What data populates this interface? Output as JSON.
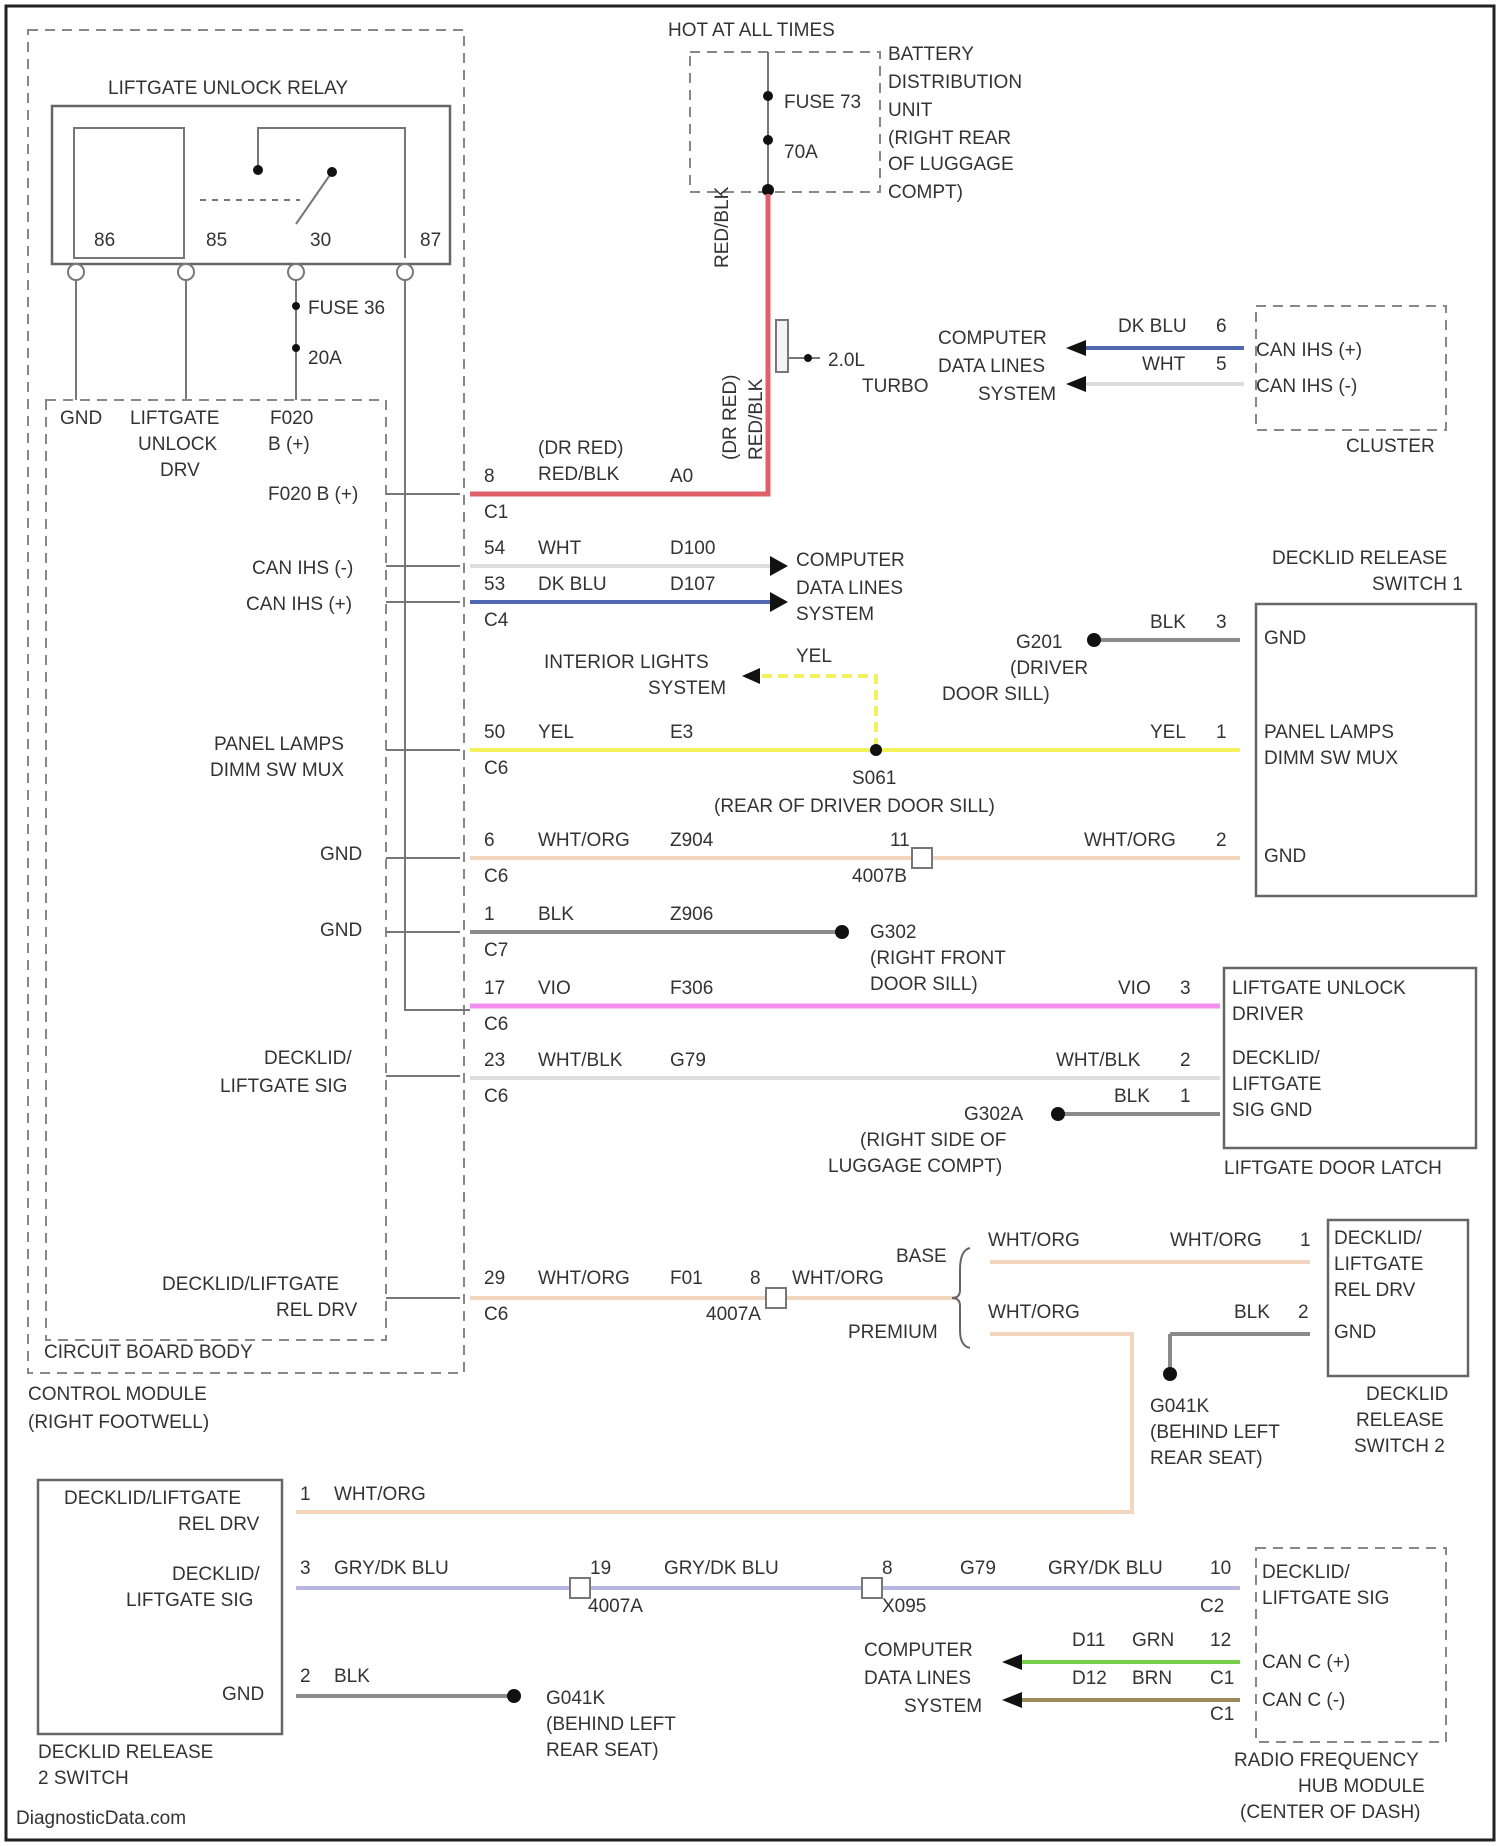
{
  "title": "LIFTGATE UNLOCK RELAY",
  "hot_at_all_times": "HOT AT ALL TIMES",
  "relay": {
    "label": "LIFTGATE UNLOCK RELAY",
    "pins": [
      "86",
      "85",
      "30",
      "87"
    ],
    "fuse_name": "FUSE 36",
    "fuse_rating": "20A"
  },
  "bdu": {
    "fuse_name": "FUSE 73",
    "fuse_rating": "70A",
    "lines": [
      "BATTERY",
      "DISTRIBUTION",
      "UNIT",
      "(RIGHT REAR",
      "OF LUGGAGE",
      "COMPT)"
    ]
  },
  "bcm": {
    "label_lines": [
      "CIRCUIT BOARD BODY",
      "CONTROL MODULE",
      "(RIGHT FOOTWELL)"
    ],
    "top_pins": [
      [
        "GND"
      ],
      [
        "LIFTGATE",
        "UNLOCK",
        "DRV"
      ],
      [
        "F020",
        "B (+)"
      ]
    ],
    "rows": [
      [
        "F020 B (+)"
      ],
      [
        "CAN IHS (-)"
      ],
      [
        "CAN IHS (+)"
      ],
      [
        "PANEL LAMPS",
        "DIMM SW MUX"
      ],
      [
        "GND"
      ],
      [
        "GND"
      ],
      [
        "DECKLID/",
        "LIFTGATE SIG"
      ],
      [
        "DECKLID/LIFTGATE",
        "REL DRV"
      ]
    ]
  },
  "wires": {
    "batt_wire_color": "RED/BLK",
    "batt_wire_color2": "(DR RED)",
    "batt_wire_color3": "RED/BLK",
    "engine": [
      "2.0L",
      "TURBO"
    ],
    "cluster": {
      "label": "CLUSTER",
      "wire1": "DK BLU",
      "pin1": "6",
      "sig1": "CAN IHS (+)",
      "wire2": "WHT",
      "pin2": "5",
      "sig2": "CAN IHS (-)",
      "system": [
        "COMPUTER",
        "DATA LINES",
        "SYSTEM"
      ]
    }
  },
  "circuits": [
    {
      "pin": "8",
      "color": "(DR RED)",
      "color2": "RED/BLK",
      "circuit": "A0",
      "conn": "C1"
    },
    {
      "pin": "54",
      "color": "WHT",
      "circuit": "D100",
      "conn": ""
    },
    {
      "pin": "53",
      "color": "DK BLU",
      "circuit": "D107",
      "conn": "C4"
    },
    {
      "pin": "50",
      "color": "YEL",
      "circuit": "E3",
      "conn": "C6"
    },
    {
      "pin": "6",
      "color": "WHT/ORG",
      "circuit": "Z904",
      "conn": "C6"
    },
    {
      "pin": "1",
      "color": "BLK",
      "circuit": "Z906",
      "conn": "C7"
    },
    {
      "pin": "17",
      "color": "VIO",
      "circuit": "F306",
      "conn": "C6"
    },
    {
      "pin": "23",
      "color": "WHT/BLK",
      "circuit": "G79",
      "conn": "C6"
    },
    {
      "pin": "29",
      "color": "WHT/ORG",
      "circuit": "F01",
      "conn": "C6"
    }
  ],
  "computer_data_lines": [
    "COMPUTER",
    "DATA LINES",
    "SYSTEM"
  ],
  "interior_lights": [
    "INTERIOR LIGHTS",
    "SYSTEM"
  ],
  "ground_g201": [
    "G201",
    "(DRIVER",
    "DOOR SILL)"
  ],
  "ground_g302": [
    "G302",
    "(RIGHT FRONT",
    "DOOR SILL)"
  ],
  "ground_g302a": [
    "G302A",
    "(RIGHT SIDE OF",
    "LUGGAGE COMPT)"
  ],
  "ground_g041k": [
    "G041K",
    "(BEHIND LEFT",
    "REAR SEAT)"
  ],
  "ground_g041k_b": [
    "G041K",
    "(BEHIND LEFT",
    "REAR SEAT)"
  ],
  "splice_s061": [
    "S061",
    "(REAR OF DRIVER DOOR SILL)"
  ],
  "switch1": {
    "title": [
      "DECKLID RELEASE",
      "SWITCH 1"
    ],
    "gnd_wire": "BLK",
    "gnd_pin": "3",
    "gnd_label": "GND",
    "panel_wire": "YEL",
    "panel_pin": "1",
    "panel_label": [
      "PANEL LAMPS",
      "DIMM SW MUX"
    ],
    "gnd2_wire": "WHT/ORG",
    "gnd2_pin": "2",
    "gnd2_label": "GND",
    "inline_pin": "11",
    "inline_conn": "4007B"
  },
  "latch": {
    "title": "LIFTGATE DOOR LATCH",
    "vio_wire": "VIO",
    "vio_pin": "3",
    "drv_label": [
      "LIFTGATE UNLOCK",
      "DRIVER"
    ],
    "sig_wire": "WHT/BLK",
    "sig_pin": "2",
    "sig_label": [
      "DECKLID/",
      "LIFTGATE",
      "SIG GND"
    ],
    "blk_wire": "BLK",
    "blk_pin": "1"
  },
  "rel_drv": {
    "pin": "8",
    "wire": "WHT/ORG",
    "inline": "4007A",
    "base": "BASE",
    "premium": "PREMIUM",
    "base_wire": "WHT/ORG",
    "base_wire2": "WHT/ORG",
    "base_pin": "1",
    "prem_wire": "WHT/ORG"
  },
  "switch2_top": {
    "title": [
      "DECKLID",
      "RELEASE",
      "SWITCH 2"
    ],
    "pin1_label": [
      "DECKLID/",
      "LIFTGATE",
      "REL DRV"
    ],
    "gnd_wire": "BLK",
    "gnd_pin": "2",
    "gnd_label": "GND"
  },
  "switch2_bottom": {
    "title": [
      "DECKLID RELEASE",
      "2 SWITCH"
    ],
    "row1": [
      "DECKLID/LIFTGATE",
      "REL DRV"
    ],
    "row1_pin": "1",
    "row1_wire": "WHT/ORG",
    "row2": [
      "DECKLID/",
      "LIFTGATE SIG"
    ],
    "row2_pin": "3",
    "row2_wire": "GRY/DK BLU",
    "row3": "GND",
    "row3_pin": "2",
    "row3_wire": "BLK"
  },
  "rfhub": {
    "title": [
      "RADIO FREQUENCY",
      "HUB MODULE",
      "(CENTER OF DASH)"
    ],
    "sig_label": [
      "DECKLID/",
      "LIFTGATE SIG"
    ],
    "inline1_pin": "19",
    "inline1_wire": "GRY/DK BLU",
    "inline1_conn": "4007A",
    "inline2_pin": "8",
    "inline2_circuit": "G79",
    "inline2_conn": "X095",
    "sig_wire": "GRY/DK BLU",
    "sig_pin": "10",
    "sig_conn": "C2",
    "canc_plus": "CAN C (+)",
    "canc_minus": "CAN C (-)",
    "d11": "D11",
    "grn": "GRN",
    "p12": "12",
    "d12": "D12",
    "brn": "BRN",
    "c1": "C1",
    "c1b": "C1",
    "system": [
      "COMPUTER",
      "DATA LINES",
      "SYSTEM"
    ]
  },
  "footer": "DiagnosticData.com",
  "colors": {
    "red": "#e0606a",
    "blue": "#5068b0",
    "yellow": "#f4f25c",
    "pink": "#f28ef0",
    "peach": "#f2d6be",
    "gray": "#8a8a8a",
    "green": "#78d04a",
    "brown": "#9a8a5a",
    "lavender": "#b6b6e0"
  }
}
